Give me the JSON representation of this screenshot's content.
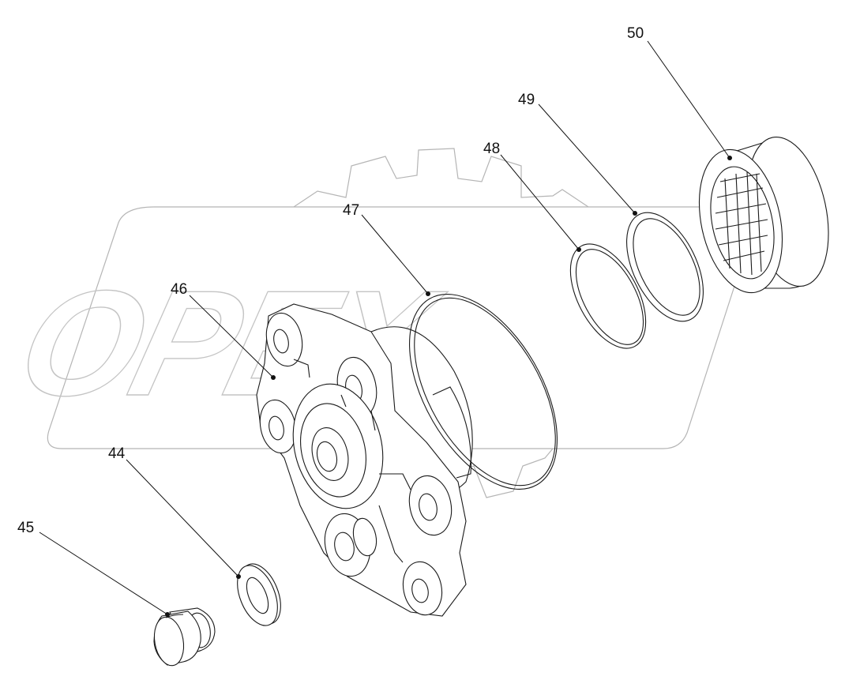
{
  "diagram": {
    "watermark_text": "OPEX",
    "corner_mark": "",
    "callouts": [
      {
        "id": "c44",
        "label": "44"
      },
      {
        "id": "c45",
        "label": "45"
      },
      {
        "id": "c46",
        "label": "46"
      },
      {
        "id": "c47",
        "label": "47"
      },
      {
        "id": "c48",
        "label": "48"
      },
      {
        "id": "c49",
        "label": "49"
      },
      {
        "id": "c50",
        "label": "50"
      }
    ]
  }
}
